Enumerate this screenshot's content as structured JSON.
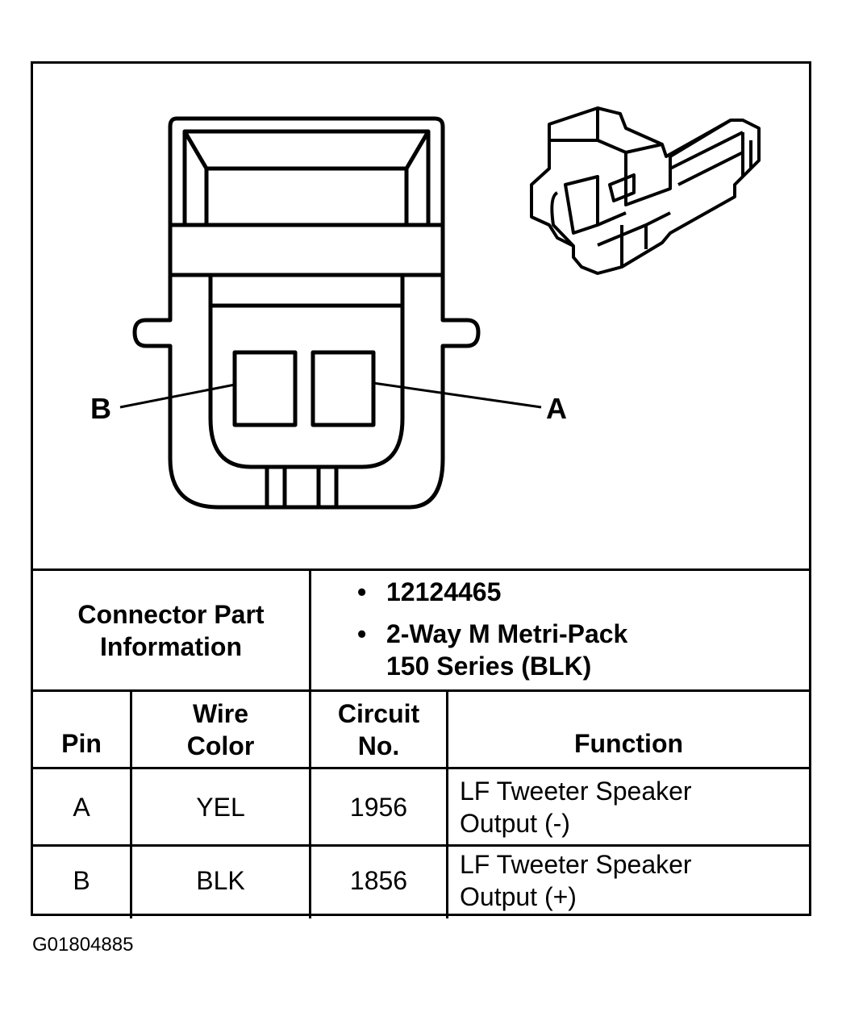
{
  "pins": {
    "a": "A",
    "b": "B"
  },
  "info": {
    "label_line1": "Connector Part",
    "label_line2": "Information",
    "bullet": "•",
    "part_number": "12124465",
    "desc_line1": "2-Way M Metri-Pack",
    "desc_line2": "150 Series (BLK)"
  },
  "table": {
    "headers": {
      "pin": "Pin",
      "wire_line1": "Wire",
      "wire_line2": "Color",
      "circuit_line1": "Circuit",
      "circuit_line2": "No.",
      "function": "Function"
    },
    "rows": [
      {
        "pin": "A",
        "color": "YEL",
        "circuit": "1956",
        "func_line1": "LF Tweeter Speaker",
        "func_line2": "Output (-)"
      },
      {
        "pin": "B",
        "color": "BLK",
        "circuit": "1856",
        "func_line1": "LF Tweeter Speaker",
        "func_line2": "Output (+)"
      }
    ]
  },
  "footer_code": "G01804885"
}
